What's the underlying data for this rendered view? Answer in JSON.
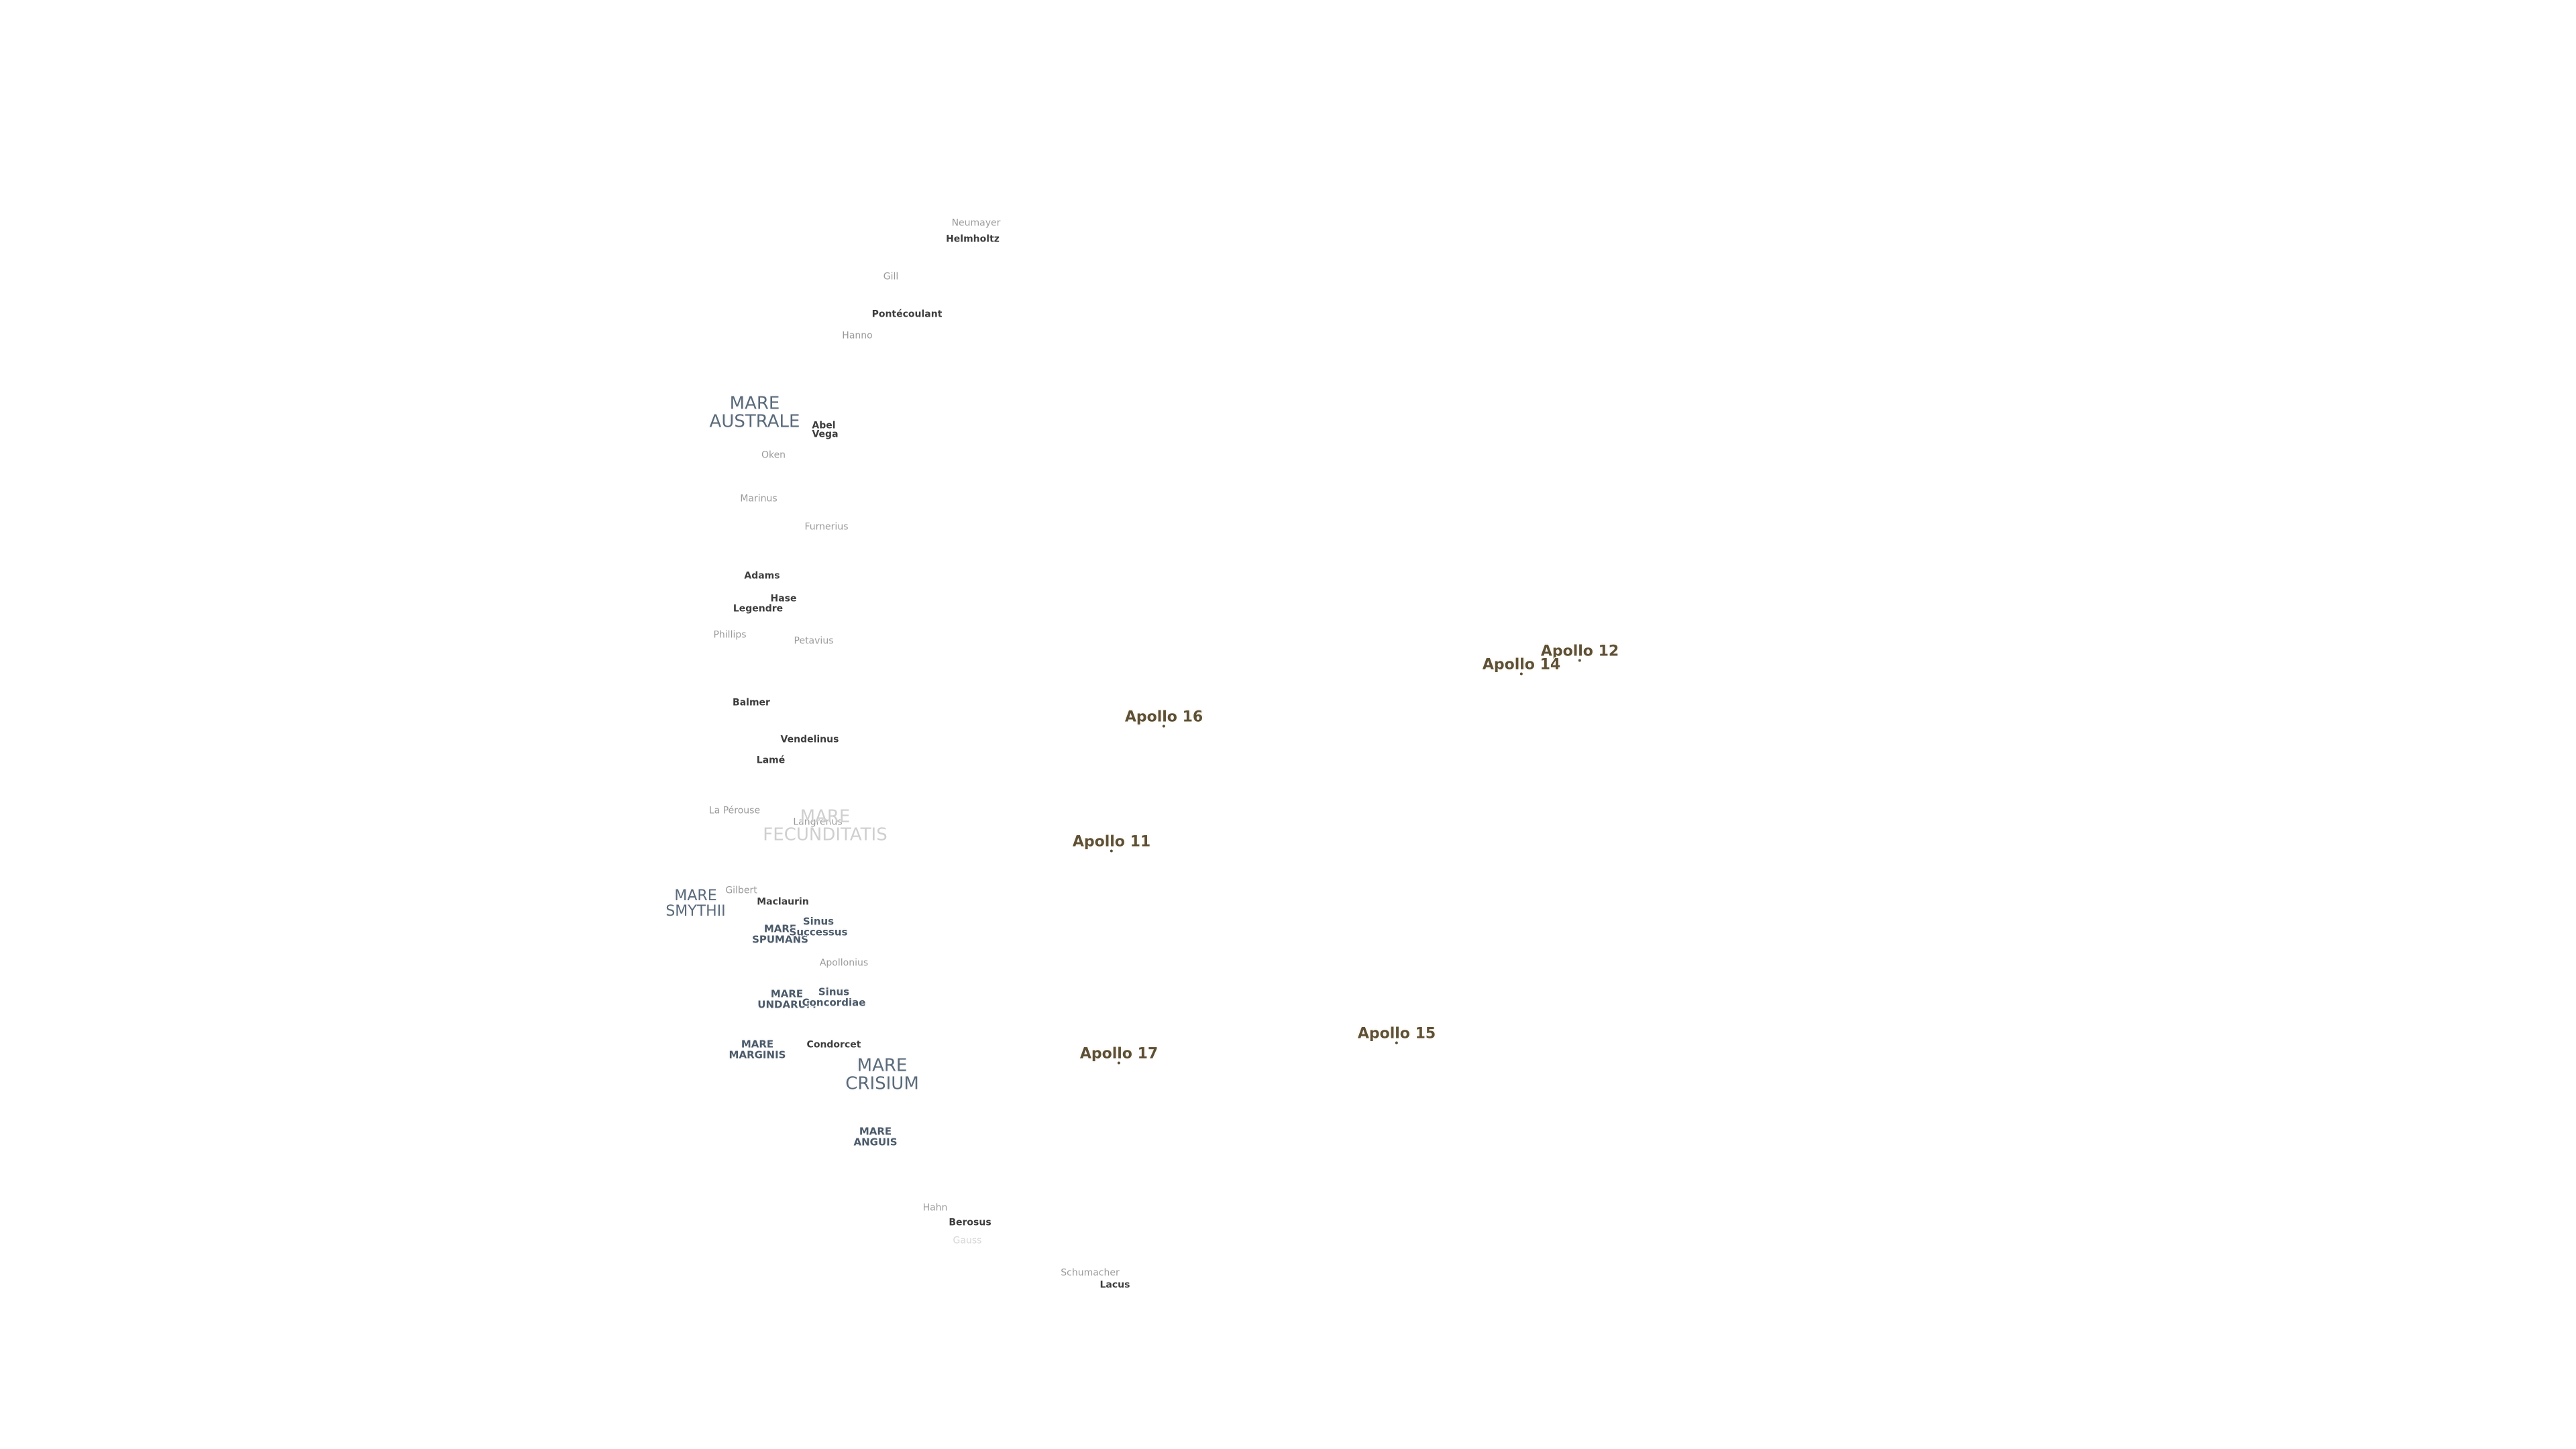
{
  "map": {
    "craters": [
      {
        "id": "neumayer",
        "name": "Neumayer",
        "style": "faint"
      },
      {
        "id": "helmholtz",
        "name": "Helmholtz",
        "style": ""
      },
      {
        "id": "gill",
        "name": "Gill",
        "style": "faint"
      },
      {
        "id": "pontecoulant",
        "name": "Pontécoulant",
        "style": ""
      },
      {
        "id": "hanno",
        "name": "Hanno",
        "style": "faint"
      },
      {
        "id": "abel",
        "name": "Abel",
        "style": ""
      },
      {
        "id": "vega",
        "name": "Vega",
        "style": ""
      },
      {
        "id": "oken",
        "name": "Oken",
        "style": "faint"
      },
      {
        "id": "marinus",
        "name": "Marinus",
        "style": "faint"
      },
      {
        "id": "furnerius",
        "name": "Furnerius",
        "style": "faint"
      },
      {
        "id": "adams",
        "name": "Adams",
        "style": ""
      },
      {
        "id": "hase",
        "name": "Hase",
        "style": ""
      },
      {
        "id": "legendre",
        "name": "Legendre",
        "style": ""
      },
      {
        "id": "phillips",
        "name": "Phillips",
        "style": "faint"
      },
      {
        "id": "petavius",
        "name": "Petavius",
        "style": "faint"
      },
      {
        "id": "balmer",
        "name": "Balmer",
        "style": ""
      },
      {
        "id": "vendelinus",
        "name": "Vendelinus",
        "style": ""
      },
      {
        "id": "lame",
        "name": "Lamé",
        "style": ""
      },
      {
        "id": "la-perouse",
        "name": "La Pérouse",
        "style": "faint"
      },
      {
        "id": "langrenus",
        "name": "Langrenus",
        "style": "faint"
      },
      {
        "id": "gilbert",
        "name": "Gilbert",
        "style": "faint"
      },
      {
        "id": "maclaurin",
        "name": "Maclaurin",
        "style": ""
      },
      {
        "id": "apollonius",
        "name": "Apollonius",
        "style": "faint"
      },
      {
        "id": "condorcet",
        "name": "Condorcet",
        "style": ""
      },
      {
        "id": "hahn",
        "name": "Hahn",
        "style": "faint"
      },
      {
        "id": "berosus",
        "name": "Berosus",
        "style": ""
      },
      {
        "id": "gauss",
        "name": "Gauss",
        "style": "vfaint"
      },
      {
        "id": "schumacher",
        "name": "Schumacher",
        "style": "faint"
      },
      {
        "id": "lacus",
        "name": "Lacus",
        "style": ""
      }
    ],
    "maria": [
      {
        "id": "mare-australe",
        "name": "MARE\nAUSTRALE",
        "style": "big"
      },
      {
        "id": "mare-fecunditatis",
        "name": "MARE\nFECUNDITATIS",
        "style": "big faint"
      },
      {
        "id": "mare-smythii",
        "name": "MARE\nSMYTHII",
        "style": ""
      },
      {
        "id": "mare-spumans",
        "name": "MARE\nSPUMANS",
        "style": "small"
      },
      {
        "id": "sinus-successus",
        "name": "Sinus\nSuccessus",
        "style": "small"
      },
      {
        "id": "mare-undarum",
        "name": "MARE\nUNDARUM",
        "style": "small"
      },
      {
        "id": "sinus-concordiae",
        "name": "Sinus\nConcordiae",
        "style": "small"
      },
      {
        "id": "mare-marginis",
        "name": "MARE\nMARGINIS",
        "style": "small"
      },
      {
        "id": "mare-crisium",
        "name": "MARE\nCRISIUM",
        "style": "big"
      },
      {
        "id": "mare-anguis",
        "name": "MARE\nANGUIS",
        "style": "small"
      }
    ],
    "apollo_sites": [
      {
        "id": "apollo-12",
        "name": "Apollo 12"
      },
      {
        "id": "apollo-14",
        "name": "Apollo 14"
      },
      {
        "id": "apollo-16",
        "name": "Apollo 16"
      },
      {
        "id": "apollo-11",
        "name": "Apollo 11"
      },
      {
        "id": "apollo-17",
        "name": "Apollo 17"
      },
      {
        "id": "apollo-15",
        "name": "Apollo 15"
      }
    ],
    "colors": {
      "background": "#ffffff",
      "crater_label": "#3d3d3d",
      "mare_label": "#5a6a7a",
      "apollo_label": "#5e5035"
    }
  }
}
